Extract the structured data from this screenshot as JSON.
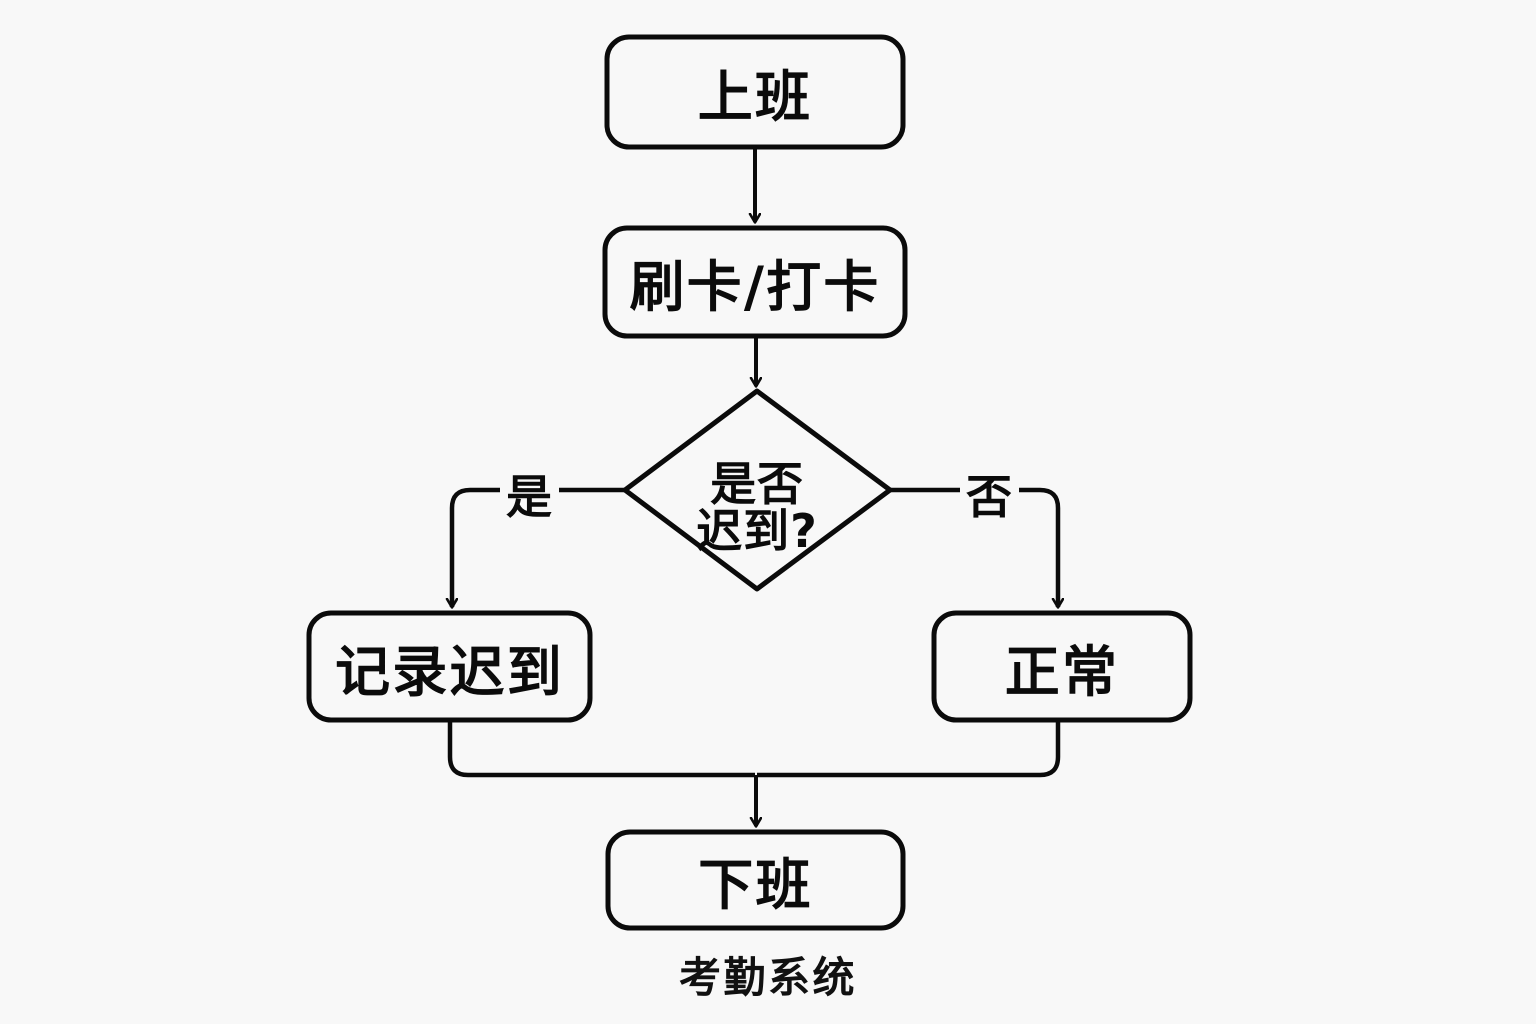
{
  "diagram": {
    "type": "flowchart",
    "caption": "考勤系统",
    "background_color": "#f8f8f8",
    "stroke_color": "#0b0b0b",
    "fill_color": "#f8f8f8",
    "nodes": [
      {
        "id": "start",
        "label": "上班",
        "shape": "rounded-rect"
      },
      {
        "id": "punch",
        "label": "刷卡/打卡",
        "shape": "rounded-rect"
      },
      {
        "id": "decision",
        "label_line1": "是否",
        "label_line2": "迟到?",
        "label": "是否迟到?",
        "shape": "diamond"
      },
      {
        "id": "late",
        "label": "记录迟到",
        "shape": "rounded-rect"
      },
      {
        "id": "normal",
        "label": "正常",
        "shape": "rounded-rect"
      },
      {
        "id": "end",
        "label": "下班",
        "shape": "rounded-rect"
      }
    ],
    "edges": [
      {
        "from": "start",
        "to": "punch",
        "label": ""
      },
      {
        "from": "punch",
        "to": "decision",
        "label": ""
      },
      {
        "from": "decision",
        "to": "late",
        "label": "是"
      },
      {
        "from": "decision",
        "to": "normal",
        "label": "否"
      },
      {
        "from": "late",
        "to": "end",
        "label": ""
      },
      {
        "from": "normal",
        "to": "end",
        "label": ""
      }
    ]
  }
}
